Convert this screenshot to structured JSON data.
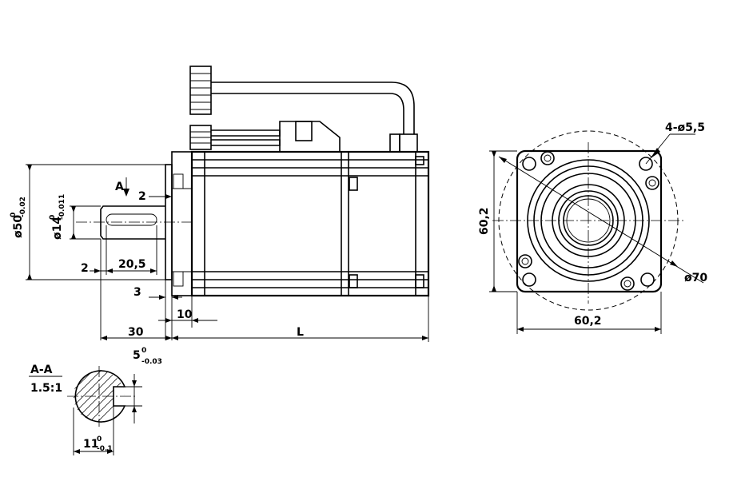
{
  "colors": {
    "line": "#000000",
    "background": "#ffffff"
  },
  "side_view": {
    "section_marker": "A",
    "dims": {
      "flange_chamfer": "2",
      "flange_dia": "ø50",
      "flange_dia_tol_upper": "0",
      "flange_dia_tol_lower": "-0.02",
      "shaft_dia": "ø14",
      "shaft_dia_tol_upper": "0",
      "shaft_dia_tol_lower": "-0.011",
      "key_offset": "2",
      "key_length": "20,5",
      "pilot_length": "3",
      "flange_thickness": "10",
      "shaft_length": "30",
      "body_length": "L"
    }
  },
  "front_view": {
    "dims": {
      "holes": "4-ø5,5",
      "height": "60,2",
      "width": "60,2",
      "bolt_circle": "ø70"
    }
  },
  "section_view": {
    "title": "A-A",
    "scale": "1.5:1",
    "key_width": "5",
    "key_width_tol_upper": "0",
    "key_width_tol_lower": "-0.03",
    "key_depth": "11",
    "key_depth_tol_upper": "0",
    "key_depth_tol_lower": "-0.1"
  }
}
